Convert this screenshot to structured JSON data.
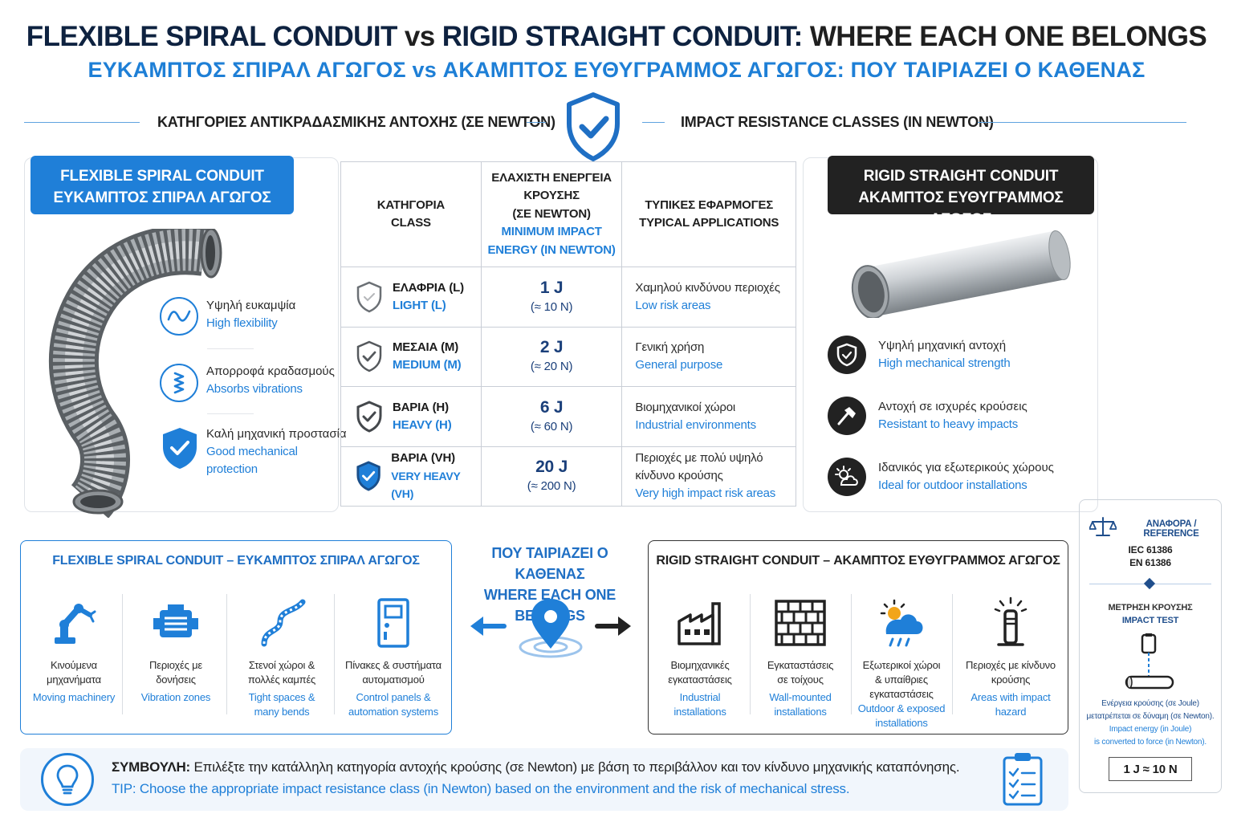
{
  "title": {
    "en_part1": "FLEXIBLE SPIRAL CONDUIT",
    "vs": "vs",
    "en_part2": "RIGID STRAIGHT CONDUIT:",
    "en_part3": "WHERE EACH ONE BELONGS",
    "gr": "ΕΥΚΑΜΠΤΟΣ ΣΠΙΡΑΛ ΑΓΩΓΟΣ vs ΑΚΑΜΠΤΟΣ ΕΥΘΥΓΡΑΜΜΟΣ ΑΓΩΓΟΣ: ΠΟΥ ΤΑΙΡΙΑΖΕΙ Ο ΚΑΘΕΝΑΣ"
  },
  "section": {
    "gr": "ΚΑΤΗΓΟΡΙΕΣ ΑΝΤΙΚΡΑΔΑΣΜΙΚΗΣ ΑΝΤΟΧΗΣ (ΣΕ NEWTON)",
    "en": "IMPACT RESISTANCE CLASSES (IN NEWTON)"
  },
  "flexible": {
    "header_en": "FLEXIBLE SPIRAL CONDUIT",
    "header_gr": "ΕΥΚΑΜΠΤΟΣ ΣΠΙΡΑΛ ΑΓΩΓΟΣ",
    "features": [
      {
        "icon": "wave-icon",
        "gr": "Υψηλή ευκαμψία",
        "en": "High flexibility"
      },
      {
        "icon": "spring-icon",
        "gr": "Απορροφά κραδασμούς",
        "en": "Absorbs vibrations"
      },
      {
        "icon": "shield-check-icon",
        "gr": "Καλή μηχανική προστασία",
        "en1": "Good mechanical",
        "en2": "protection"
      }
    ]
  },
  "rigid": {
    "header_en": "RIGID STRAIGHT CONDUIT",
    "header_gr": "ΑΚΑΜΠΤΟΣ ΕΥΘΥΓΡΑΜΜΟΣ ΑΓΩΓΟΣ",
    "features": [
      {
        "icon": "shield-icon",
        "gr": "Υψηλή μηχανική αντοχή",
        "en": "High mechanical strength"
      },
      {
        "icon": "hammer-icon",
        "gr": "Αντοχή σε ισχυρές κρούσεις",
        "en": "Resistant to heavy impacts"
      },
      {
        "icon": "sun-cloud-icon",
        "gr": "Ιδανικός για εξωτερικούς χώρους",
        "en": "Ideal for outdoor installations"
      }
    ]
  },
  "table": {
    "h1_gr": "ΚΑΤΗΓΟΡΙΑ",
    "h1_en": "CLASS",
    "h2_gr1": "ΕΛΑΧΙΣΤΗ ΕΝΕΡΓΕΙΑ",
    "h2_gr2": "ΚΡΟΥΣΗΣ",
    "h2_gr3": "(ΣΕ NEWTON)",
    "h2_en1": "MINIMUM IMPACT",
    "h2_en2": "ENERGY (IN NEWTON)",
    "h3_gr": "ΤΥΠΙΚΕΣ ΕΦΑΡΜΟΓΕΣ",
    "h3_en": "TYPICAL APPLICATIONS",
    "rows": [
      {
        "gr": "ΕΛΑΦΡΙΑ (L)",
        "en": "LIGHT (L)",
        "j": "1 J",
        "n": "(≈ 10 N)",
        "app_gr": "Χαμηλού κινδύνου περιοχές",
        "app_en": "Low risk areas"
      },
      {
        "gr": "ΜΕΣΑΙΑ (M)",
        "en": "MEDIUM (M)",
        "j": "2 J",
        "n": "(≈ 20 N)",
        "app_gr": "Γενική χρήση",
        "app_en": "General purpose"
      },
      {
        "gr": "ΒΑΡΙΑ (H)",
        "en": "HEAVY (H)",
        "j": "6 J",
        "n": "(≈ 60 N)",
        "app_gr": "Βιομηχανικοί χώροι",
        "app_en": "Industrial environments"
      },
      {
        "gr": "ΒΑΡΙΑ (VH)",
        "en": "VERY HEAVY (VH)",
        "j": "20 J",
        "n": "(≈ 200 N)",
        "app_gr1": "Περιοχές με πολύ υψηλό",
        "app_gr2": "κίνδυνο κρούσης",
        "app_en": "Very high impact risk areas"
      }
    ]
  },
  "where": {
    "gr": "ΠΟΥ ΤΑΙΡΙΑΖΕΙ Ο ΚΑΘΕΝΑΣ",
    "en": "WHERE EACH ONE BELONGS"
  },
  "flex_uses": {
    "title": "FLEXIBLE SPIRAL CONDUIT – ΕΥΚΑΜΠΤΟΣ ΣΠΙΡΑΛ ΑΓΩΓΟΣ",
    "items": [
      {
        "gr1": "Κινούμενα",
        "gr2": "μηχανήματα",
        "en1": "Moving machinery",
        "en2": ""
      },
      {
        "gr1": "Περιοχές με",
        "gr2": "δονήσεις",
        "en1": "Vibration zones",
        "en2": ""
      },
      {
        "gr1": "Στενοί χώροι &",
        "gr2": "πολλές καμπές",
        "en1": "Tight spaces &",
        "en2": "many bends"
      },
      {
        "gr1": "Πίνακες & συστήματα",
        "gr2": "αυτοματισμού",
        "en1": "Control panels &",
        "en2": "automation systems"
      }
    ]
  },
  "rigid_uses": {
    "title": "RIGID STRAIGHT CONDUIT – ΑΚΑΜΠΤΟΣ ΕΥΘΥΓΡΑΜΜΟΣ ΑΓΩΓΟΣ",
    "items": [
      {
        "gr1": "Βιομηχανικές",
        "gr2": "εγκαταστάσεις",
        "gr3": "",
        "en1": "Industrial",
        "en2": "installations"
      },
      {
        "gr1": "Εγκαταστάσεις",
        "gr2": "σε τοίχους",
        "gr3": "",
        "en1": "Wall-mounted",
        "en2": "installations"
      },
      {
        "gr1": "Εξωτερικοί χώροι",
        "gr2": "& υπαίθριες",
        "gr3": "εγκαταστάσεις",
        "en1": "Outdoor & exposed",
        "en2": "installations"
      },
      {
        "gr1": "Περιοχές με κίνδυνο",
        "gr2": "κρούσης",
        "gr3": "",
        "en1": "Areas with impact",
        "en2": "hazard"
      }
    ]
  },
  "reference": {
    "label": "ΑΝΑΦΟΡΑ / REFERENCE",
    "std1": "IEC 61386",
    "std2": "EN 61386",
    "m_gr": "ΜΕΤΡΗΣΗ ΚΡΟΥΣΗΣ",
    "m_en": "IMPACT TEST",
    "note_gr1": "Ενέργεια κρούσης (σε Joule)",
    "note_gr2": "μετατρέπεται σε δύναμη (σε Newton).",
    "note_en1": "Impact energy (in Joule)",
    "note_en2": "is converted to force (in Newton).",
    "eq": "1 J ≈ 10 N"
  },
  "tip": {
    "gr_label": "ΣΥΜΒΟΥΛΗ:",
    "gr_text": " Επιλέξτε την κατάλληλη κατηγορία αντοχής κρούσης (σε Newton) με βάση το περιβάλλον και τον κίνδυνο μηχανικής καταπόνησης.",
    "en_label": "TIP:",
    "en_text": " Choose the appropriate impact resistance class (in Newton) based on the environment and the risk of mechanical stress."
  },
  "colors": {
    "accent": "#1f7fd8",
    "navy": "#0e2240",
    "dark": "#222222"
  }
}
